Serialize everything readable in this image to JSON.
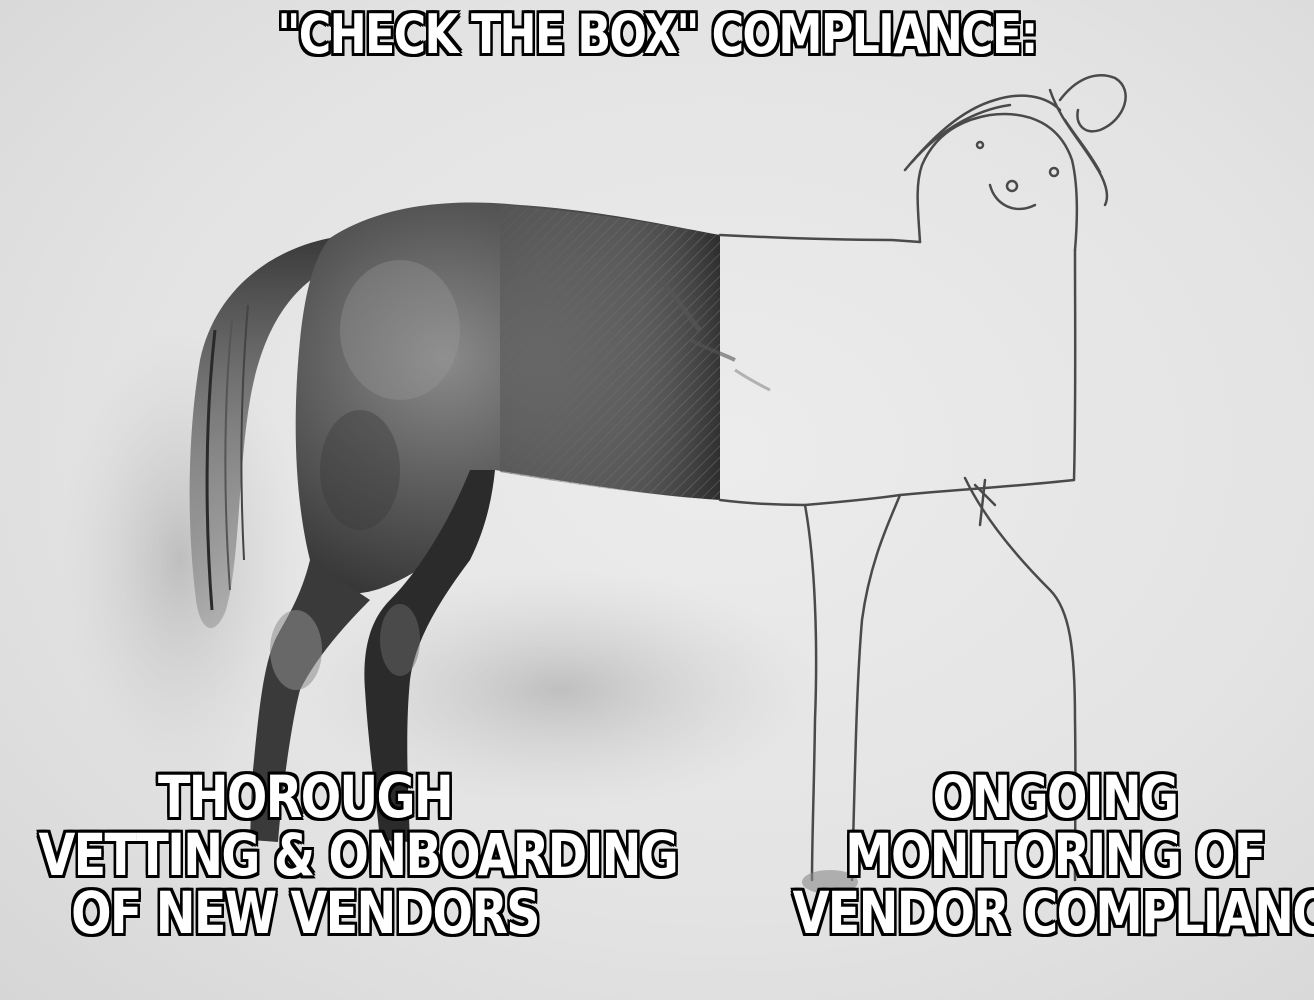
{
  "captions": {
    "top": "\"CHECK THE BOX\" COMPLIANCE:",
    "left": [
      "THOROUGH",
      "VETTING & ONBOARDING",
      "OF NEW VENDORS"
    ],
    "right": [
      "ONGOING",
      "MONITORING OF",
      "VENDOR COMPLIANCE"
    ]
  },
  "colors": {
    "paper": "#e6e6e6",
    "pencil": "#4a4a4a",
    "realistic_dark": "#2b2b2b",
    "caption_fill": "#ffffff",
    "caption_outline": "#000000"
  }
}
